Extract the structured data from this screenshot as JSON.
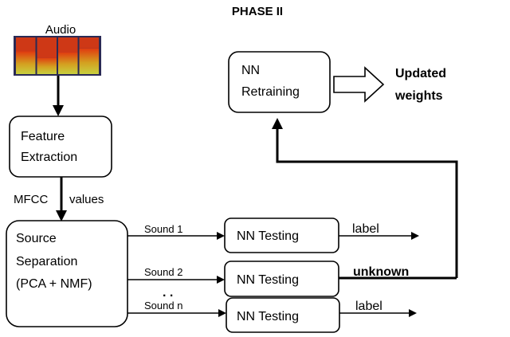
{
  "title": "PHASE II",
  "audio_label": "Audio",
  "audio_spectrogram": {
    "colors": {
      "top": "#e03a10",
      "mid": "#d4a020",
      "bottom": "#c8d040",
      "gap": "#2a2a55"
    },
    "levels": [
      0.62,
      0.45,
      0.6,
      0.7
    ],
    "icon": "spectrogram-image"
  },
  "feature_extraction": {
    "line1": "Feature",
    "line2": "Extraction"
  },
  "mfcc": {
    "left": "MFCC",
    "right": "values"
  },
  "source_separation": {
    "line1": "Source",
    "line2": "Separation",
    "line3": "(PCA + NMF)"
  },
  "sounds": [
    "Sound 1",
    "Sound 2",
    "Sound n"
  ],
  "ellipsis": ". .",
  "nn_testing": [
    "NN Testing",
    "NN Testing",
    "NN Testing"
  ],
  "outputs": [
    "label",
    "unknown",
    "label"
  ],
  "nn_retraining": {
    "line1": "NN",
    "line2": "Retraining"
  },
  "updated_weights": {
    "line1": "Updated",
    "line2": "weights"
  }
}
